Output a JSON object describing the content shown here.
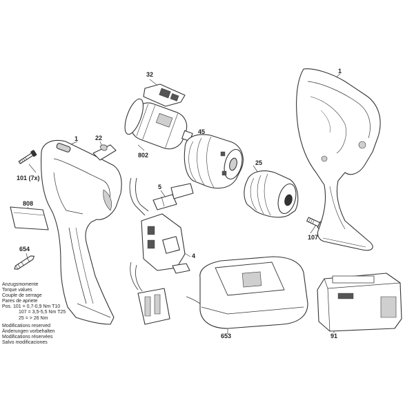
{
  "labels": {
    "l1a": "1",
    "l1b": "1",
    "l4": "4",
    "l5": "5",
    "l22": "22",
    "l25": "25",
    "l32": "32",
    "l45": "45",
    "l91": "91",
    "l101": "101 (7x)",
    "l107": "107",
    "l653": "653",
    "l654": "654",
    "l802": "802",
    "l808": "808"
  },
  "torque_notes": {
    "line1": "Anzugsmomente",
    "line2": "Torque values",
    "line3": "Couple de serrage",
    "line4": "Pares de apriete",
    "pos101_key": "Pos. 101 =",
    "pos101_val": "0,7-0,9 Nm T10",
    "pos107_key": "107 =",
    "pos107_val": "3,5-5,5 Nm T25",
    "pos25_key": "25 =",
    "pos25_val": "> 26 Nm"
  },
  "modifications": {
    "line1": "Modifications reserved",
    "line2": "Änderungen vorbehalten",
    "line3": "Modifications réservées",
    "line4": "Salvo modificaciones"
  },
  "colors": {
    "line": "#333333",
    "fill": "#ffffff",
    "shade": "#cfcfcf",
    "dark": "#555555"
  }
}
